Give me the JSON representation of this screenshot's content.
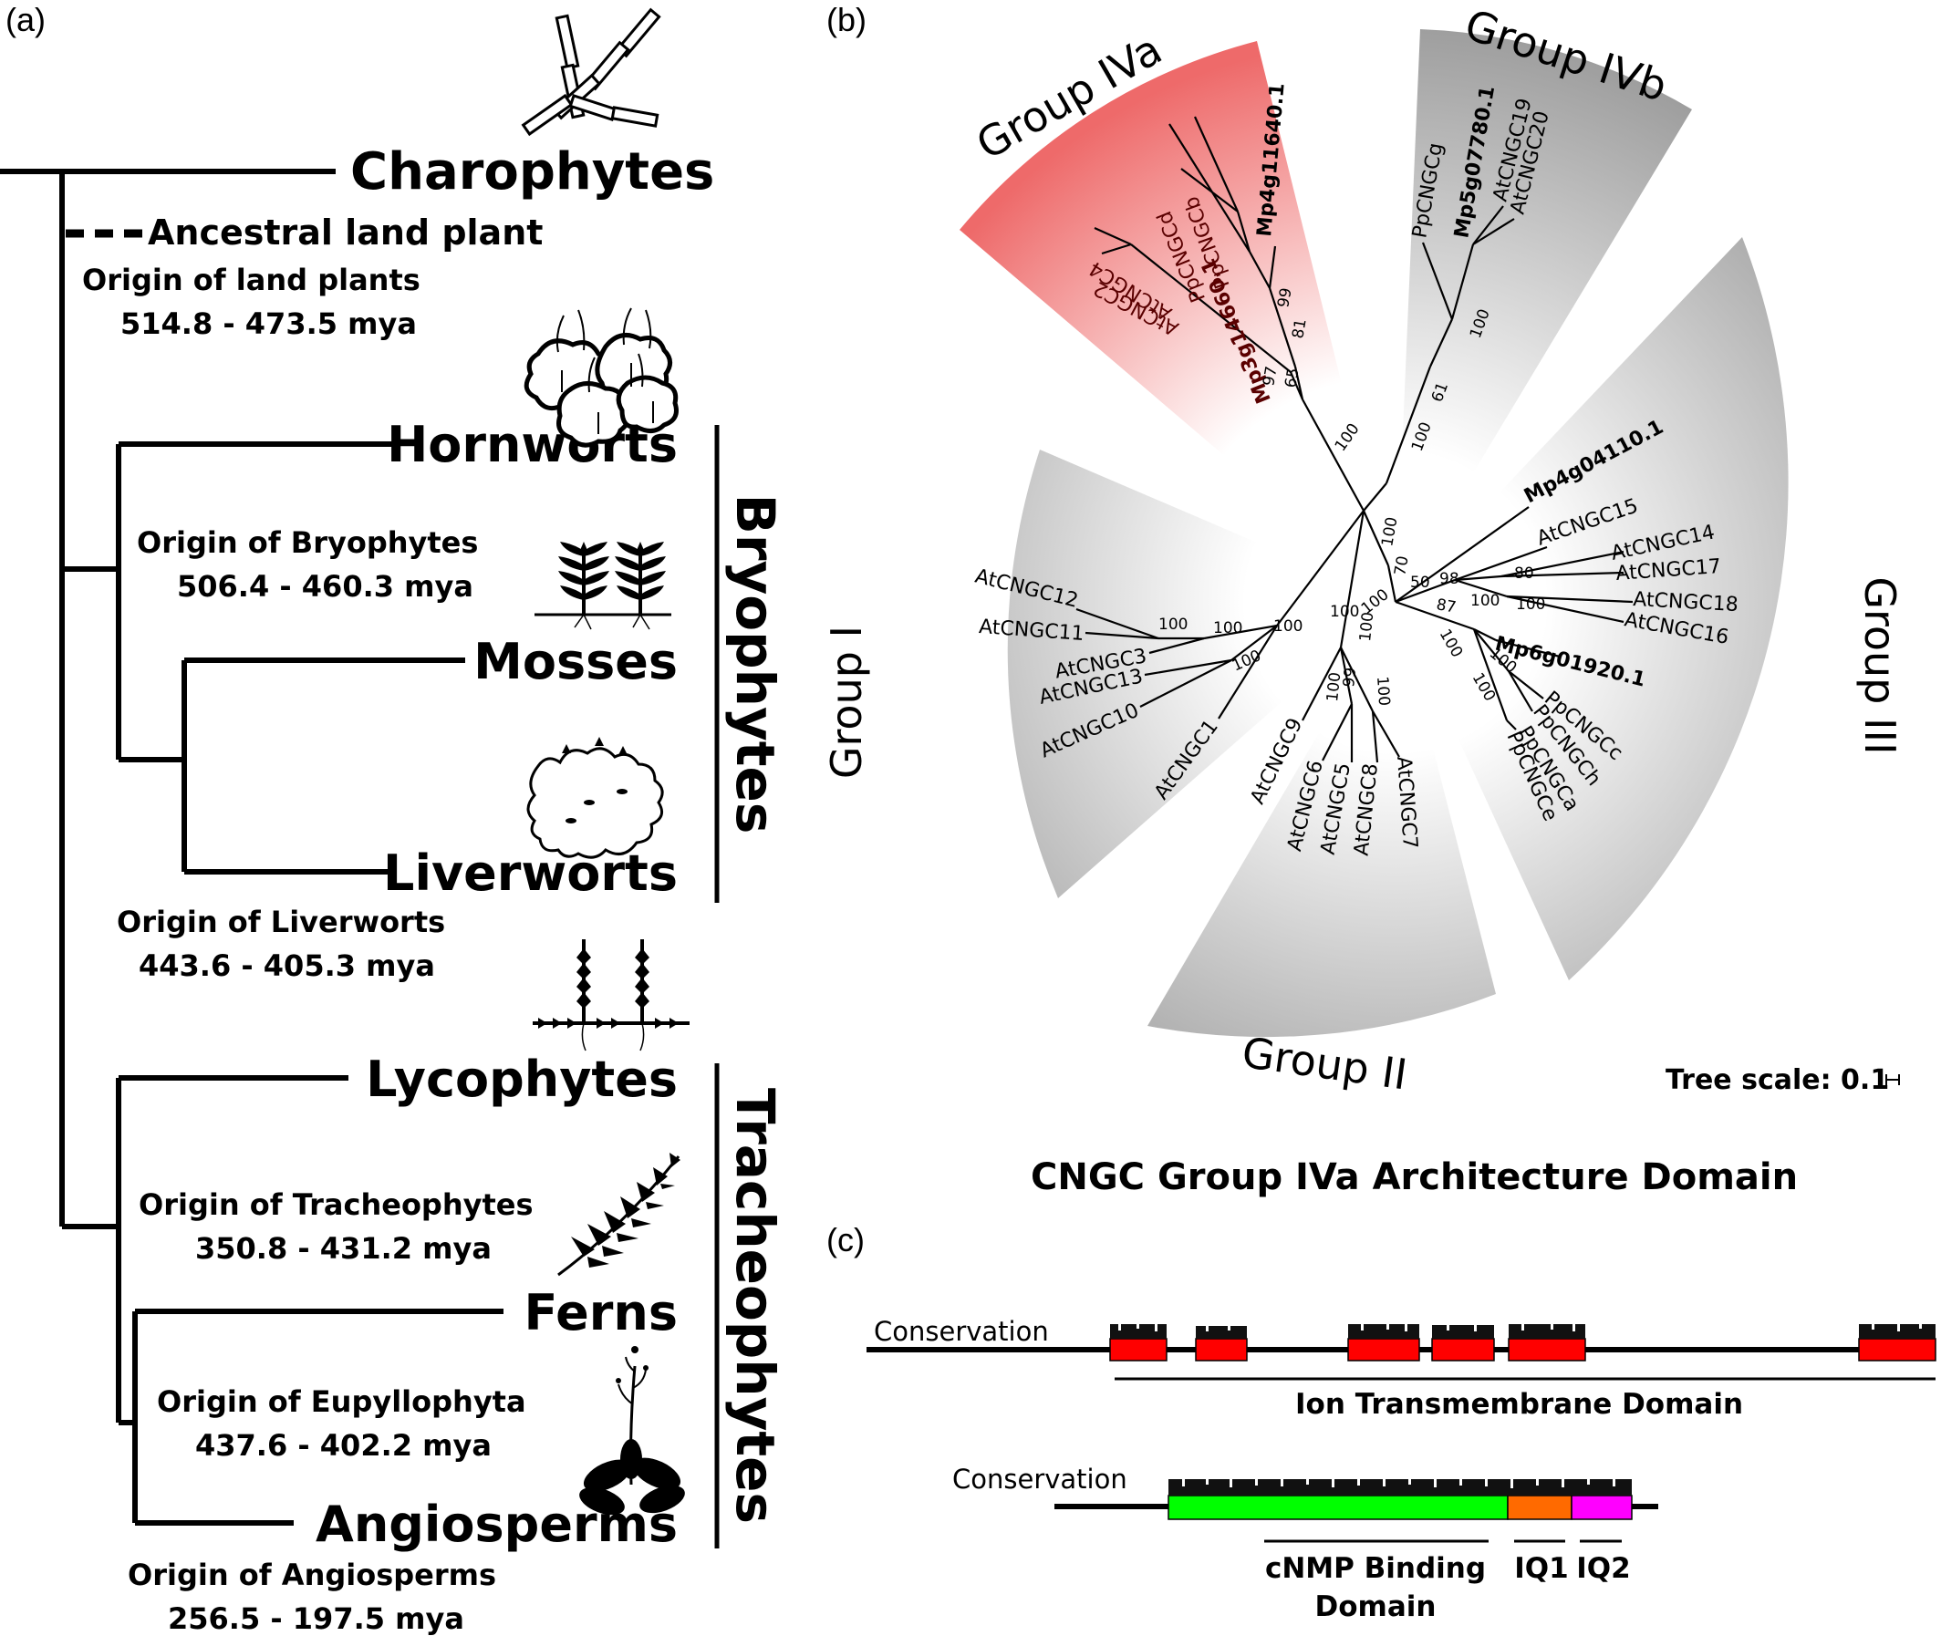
{
  "panel_a": {
    "label": "(a)",
    "taxa": {
      "charophytes": "Charophytes",
      "ancestral": "Ancestral land plant",
      "hornworts": "Hornworts",
      "mosses": "Mosses",
      "liverworts": "Liverworts",
      "lycophytes": "Lycophytes",
      "ferns": "Ferns",
      "angiosperms": "Angiosperms"
    },
    "clades": {
      "bryophytes": "Bryophytes",
      "tracheophytes": "Tracheophytes"
    },
    "origins": [
      {
        "title": "Origin of land plants",
        "range": "514.8 - 473.5 mya"
      },
      {
        "title": "Origin of Bryophytes",
        "range": "506.4 - 460.3 mya"
      },
      {
        "title": "Origin of Liverworts",
        "range": "443.6 - 405.3 mya"
      },
      {
        "title": "Origin of Tracheophytes",
        "range": "350.8 - 431.2 mya"
      },
      {
        "title": "Origin of Eupyllophyta",
        "range": "437.6 - 402.2 mya"
      },
      {
        "title": "Origin of Angiosperms",
        "range": "256.5 - 197.5 mya"
      }
    ]
  },
  "panel_b": {
    "label": "(b)",
    "groups": [
      "Group IVa",
      "Group IVb",
      "Group III",
      "Group II",
      "Group I"
    ],
    "group_colors": {
      "IVa": "#f07070",
      "others": "#9a9a9a"
    },
    "leaves": {
      "ivb": [
        "PpCNGCg",
        "Mp5g07780.1",
        "AtCNGC19",
        "AtCNGC20"
      ],
      "iva": [
        "Mp4g11640.1",
        "PpCNGCb",
        "PpCNGCd",
        "Mp3g14660.1",
        "AtCNGC4",
        "AtCNGC2"
      ],
      "iii": [
        "Mp4g04110.1",
        "AtCNGC15",
        "AtCNGC14",
        "AtCNGC17",
        "AtCNGC18",
        "AtCNGC16",
        "Mp6g01920.1",
        "PpCNGCc",
        "PpCNGCh",
        "PpCNGCa",
        "PpCNGCe"
      ],
      "ii": [
        "AtCNGC9",
        "AtCNGC6",
        "AtCNGC5",
        "AtCNGC8",
        "AtCNGC7"
      ],
      "i": [
        "AtCNGC12",
        "AtCNGC11",
        "AtCNGC3",
        "AtCNGC13",
        "AtCNGC10",
        "AtCNGC1"
      ]
    },
    "bootstrap": [
      "99",
      "81",
      "97",
      "65",
      "100",
      "100",
      "61",
      "100",
      "100",
      "70",
      "50",
      "98",
      "80",
      "100",
      "100",
      "87",
      "100",
      "100",
      "100",
      "100",
      "100",
      "100",
      "100",
      "100",
      "100",
      "99",
      "100",
      "100",
      "100"
    ],
    "tree_scale": "Tree scale: 0.1"
  },
  "panel_c": {
    "label": "(c)",
    "title": "CNGC Group IVa Architecture Domain",
    "conservation_label": "Conservation",
    "domains": {
      "ion": "Ion Transmembrane Domain",
      "cnmp_line1": "cNMP Binding",
      "cnmp_line2": "Domain",
      "iq1": "IQ1",
      "iq2": "IQ2"
    },
    "colors": {
      "tm": "#ff0000",
      "cnmp": "#00ff00",
      "iq1": "#ff6a00",
      "iq2": "#ff00ff"
    }
  }
}
